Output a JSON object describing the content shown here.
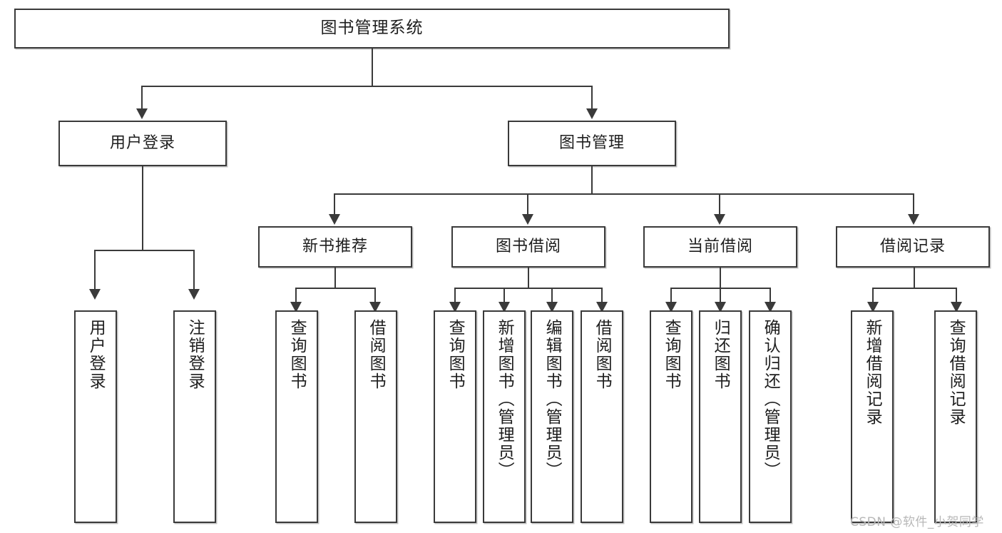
{
  "diagram": {
    "type": "tree-hierarchy-chart",
    "title": "图书管理系统",
    "root": {
      "id": "root",
      "label": "图书管理系统"
    },
    "level2": [
      {
        "id": "user-login",
        "label": "用户登录"
      },
      {
        "id": "book-management",
        "label": "图书管理"
      }
    ],
    "level3": [
      {
        "id": "new-book-recommend",
        "label": "新书推荐",
        "parent": "book-management"
      },
      {
        "id": "book-borrow",
        "label": "图书借阅",
        "parent": "book-management"
      },
      {
        "id": "current-borrow",
        "label": "当前借阅",
        "parent": "book-management"
      },
      {
        "id": "borrow-record",
        "label": "借阅记录",
        "parent": "book-management"
      }
    ],
    "leaves": [
      {
        "id": "leaf-user-login",
        "label": "用户登录",
        "parent": "user-login"
      },
      {
        "id": "leaf-logout-login",
        "label": "注销登录",
        "parent": "user-login"
      },
      {
        "id": "leaf-query-book-1",
        "label": "查询图书",
        "parent": "new-book-recommend"
      },
      {
        "id": "leaf-borrow-book-1",
        "label": "借阅图书",
        "parent": "new-book-recommend"
      },
      {
        "id": "leaf-query-book-2",
        "label": "查询图书",
        "parent": "book-borrow"
      },
      {
        "id": "leaf-add-book",
        "label": "新增图书（管理员）",
        "parent": "book-borrow"
      },
      {
        "id": "leaf-edit-book",
        "label": "编辑图书（管理员）",
        "parent": "book-borrow"
      },
      {
        "id": "leaf-borrow-book-2",
        "label": "借阅图书",
        "parent": "book-borrow"
      },
      {
        "id": "leaf-query-book-3",
        "label": "查询图书",
        "parent": "current-borrow"
      },
      {
        "id": "leaf-return-book",
        "label": "归还图书",
        "parent": "current-borrow"
      },
      {
        "id": "leaf-confirm-return",
        "label": "确认归还（管理员）",
        "parent": "current-borrow"
      },
      {
        "id": "leaf-add-record",
        "label": "新增借阅记录",
        "parent": "borrow-record"
      },
      {
        "id": "leaf-query-record",
        "label": "查询借阅记录",
        "parent": "borrow-record"
      }
    ]
  },
  "watermark": {
    "text": "CSDN @软件_小贺同学"
  },
  "colors": {
    "stroke": "#3a3a3a",
    "background": "#ffffff",
    "text": "#1e1e1e",
    "watermark": "#b8b8b8"
  }
}
